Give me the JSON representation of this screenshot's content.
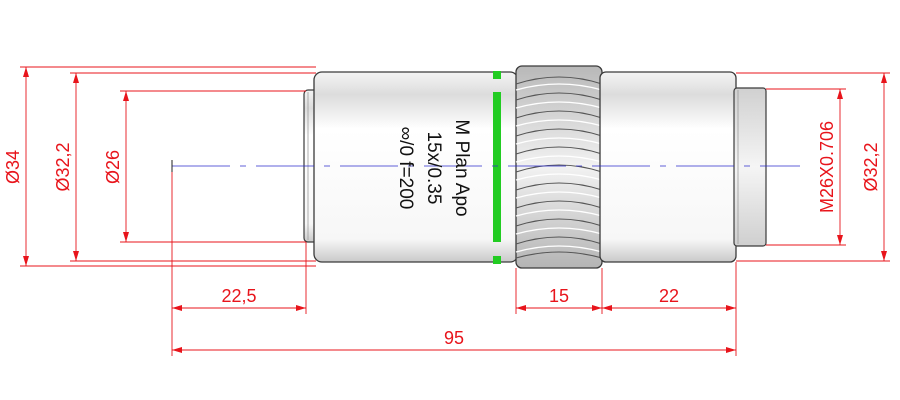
{
  "dimensions": {
    "d34": "Ø34",
    "d32_left": "Ø32,2",
    "d26": "Ø26",
    "len_22_5": "22,5",
    "len_15": "15",
    "len_22": "22",
    "len_95": "95",
    "thread": "M26X0.706",
    "d32_right": "Ø32,2"
  },
  "objective_label": {
    "line1": "M Plan Apo",
    "line2": "15x/0.35",
    "line3": "∞/0 f=200"
  },
  "colors": {
    "dimension": "#e8141b",
    "outline": "#3a3a3a",
    "center_line": "#2d2dcc",
    "color_band": "#22cc22"
  }
}
